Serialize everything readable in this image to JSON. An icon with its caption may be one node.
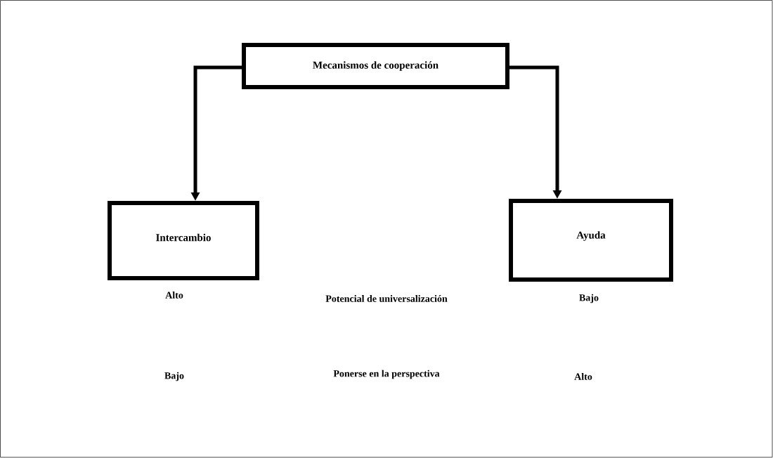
{
  "diagram": {
    "nodes": [
      {
        "text": [
          "Mecanismos de cooperación"
        ]
      },
      {
        "text": [
          "Intercambio"
        ]
      },
      {
        "text": [
          "Ayuda"
        ]
      }
    ],
    "edges": [
      {
        "from": 0,
        "to": 1,
        "arrow": "to"
      },
      {
        "from": 0,
        "to": 2,
        "arrow": "to"
      }
    ],
    "labels": [
      "Alto",
      "Potencial de universalización",
      "Bajo",
      "Bajo",
      "Ponerse en la perspectiva",
      "Alto"
    ]
  }
}
